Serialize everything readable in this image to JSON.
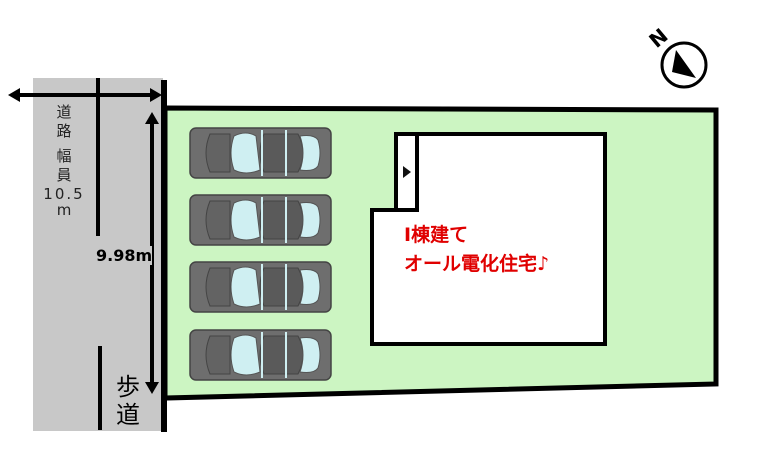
{
  "road": {
    "char1": "道",
    "char2": "路",
    "char3": "幅",
    "char4": "員",
    "width_value": "10.5",
    "width_unit": "m"
  },
  "frontage": "9.98m",
  "sidewalk": {
    "char1": "歩",
    "char2": "道"
  },
  "building": {
    "line1": "Ⅰ棟建て",
    "line2": "オール電化住宅♪"
  },
  "compass": {
    "label": "N"
  },
  "parking_spaces": 4,
  "colors": {
    "road": "#c8c8c8",
    "lot": "#ccf5c2",
    "house": "#ffffff",
    "car_body": "#6e6e6e",
    "car_glass": "#cfeff2",
    "accent_text": "#e00000"
  }
}
